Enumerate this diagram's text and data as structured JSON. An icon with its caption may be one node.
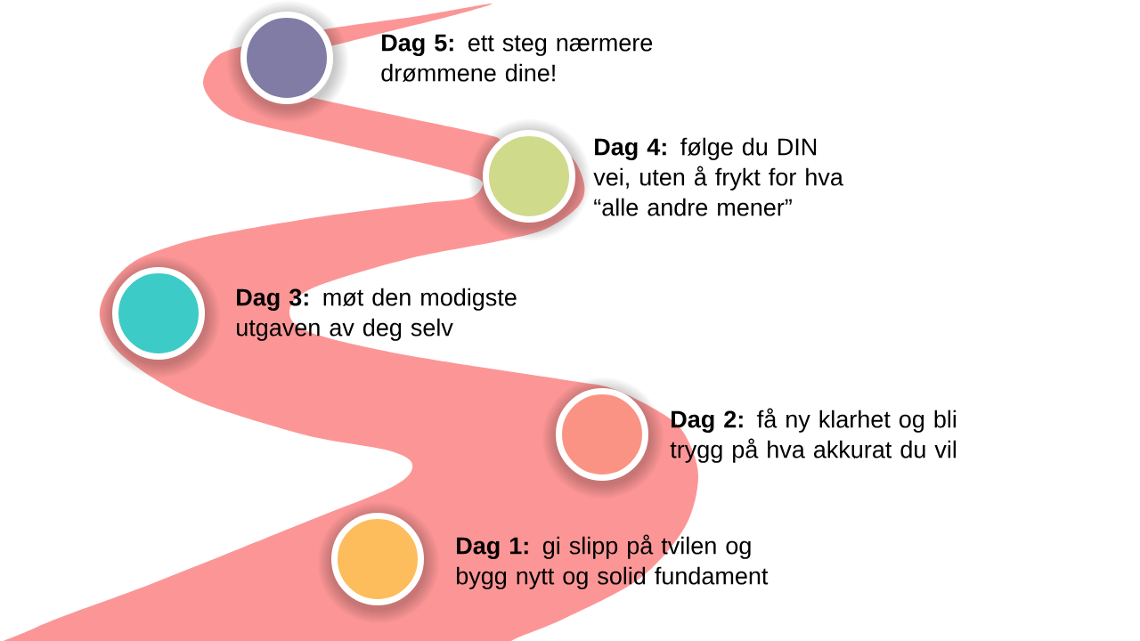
{
  "diagram": {
    "nodes": [
      {
        "text": [],
        "shape": "circle",
        "beside": [
          "**Dag 5:** ett steg nærmere drømmene dine!"
        ]
      },
      {
        "text": [],
        "shape": "circle",
        "beside": [
          "**Dag 4:** følge du DIN vei, uten å frykt for hva “alle andre mener”"
        ]
      },
      {
        "text": [],
        "shape": "circle",
        "beside": [
          "**Dag 3:** møt den modigste utgaven av deg selv"
        ]
      },
      {
        "text": [],
        "shape": "circle",
        "beside": [
          "**Dag 2:** få ny klarhet og bli trygg på hva akkurat du vil"
        ]
      },
      {
        "text": [],
        "shape": "circle",
        "beside": [
          "**Dag 1:** gi slipp på tvilen og bygg nytt og solid fundament"
        ]
      }
    ]
  }
}
